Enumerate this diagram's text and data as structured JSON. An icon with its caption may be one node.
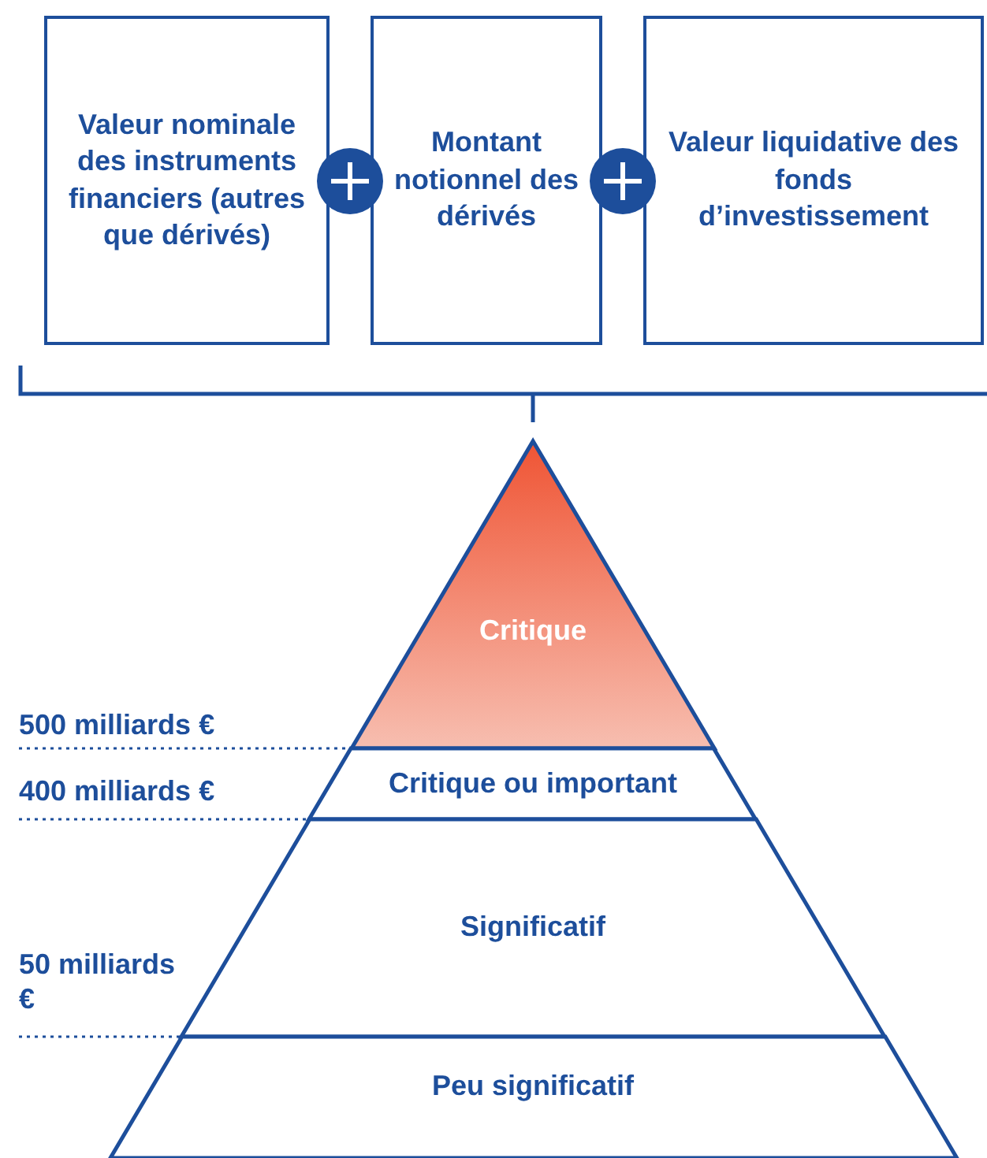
{
  "diagram": {
    "nodes": [
      {
        "text": [
          "Valeur nominale des instruments financiers (autres que dérivés)"
        ]
      },
      {
        "text": [
          "Montant notionnel des dérivés"
        ]
      },
      {
        "text": [
          "Valeur liquidative des fonds d’investissement"
        ]
      },
      {
        "text": [
          "Critique"
        ]
      },
      {
        "text": [
          "Critique ou important"
        ]
      },
      {
        "text": [
          "Significatif"
        ]
      },
      {
        "text": [
          "Peu significatif"
        ]
      }
    ],
    "edges": [],
    "labels": [
      "500 milliards €",
      "400 milliards €",
      "50 milliards €"
    ]
  }
}
